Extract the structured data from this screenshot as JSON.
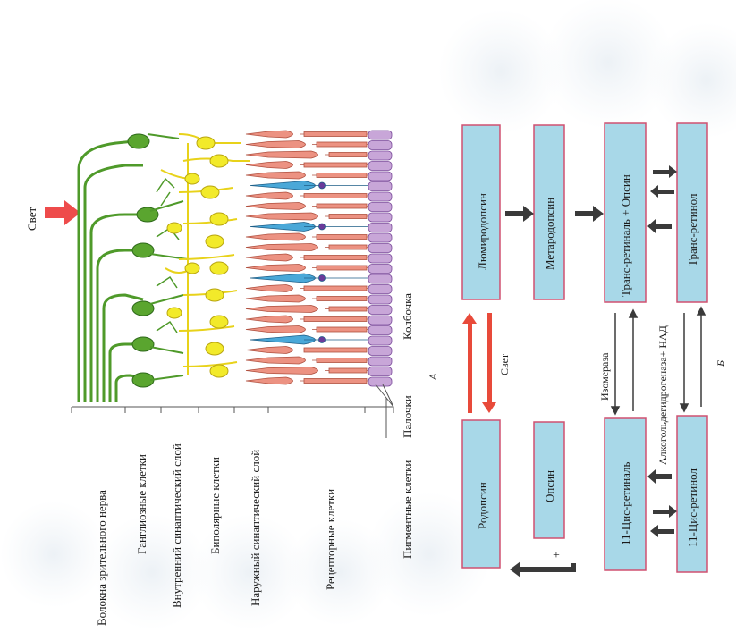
{
  "panel_a": {
    "light_label": "Свет",
    "layer_labels": [
      "Волокна зрительного нерва",
      "Ганглиозные клетки",
      "Внутренний синаптический слой",
      "Биполярные клетки",
      "Наружный синаптический слой",
      "Рецепторные клетки",
      "Пигментные клетки"
    ],
    "rod_label": "Палочки",
    "cone_label": "Колбочка",
    "panel_letter": "А"
  },
  "panel_b": {
    "boxes": {
      "rhodopsin": "Родопсин",
      "lumirhodopsin": "Люмиродопсин",
      "metarhodopsin": "Метародопсин",
      "trans_retinal_opsin": "Транс-ретиналь + Опсин",
      "trans_retinol": "Транс-ретинол",
      "opsin": "Опсин",
      "cis_retinal": "11-Цис-ретиналь",
      "cis_retinol": "11-Цис-ретинол"
    },
    "light_label": "Свет",
    "isomerase_label": "Изомераза",
    "dehydrogenase_label": "Алкогольдегидрогеназа+ НАД",
    "plus_label": "+",
    "panel_letter": "Б"
  },
  "colors": {
    "green": "#4f9a2a",
    "yellow": "#f2ea2a",
    "rod": "#e8887a",
    "cone": "#4aa8d8",
    "pigment": "#c8a6d8",
    "box_fill": "#a8d8e8",
    "box_stroke": "#d05070",
    "arrow_dark": "#3a3a3a",
    "arrow_red": "#e84a3a"
  }
}
